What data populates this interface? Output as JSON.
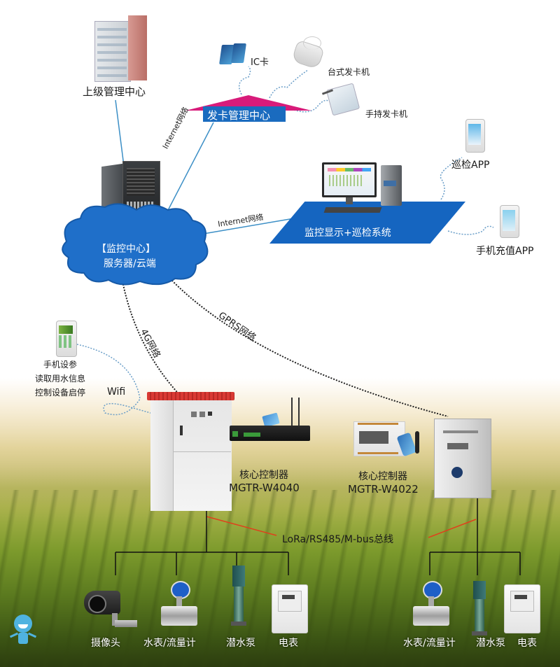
{
  "nodes": {
    "upper_center": "上级管理中心",
    "card_center": "发卡管理中心",
    "ic_card": "IC卡",
    "desk_card_machine": "台式发卡机",
    "handheld_card_machine": "手持发卡机",
    "monitor_center_line1": "【监控中心】",
    "monitor_center_line2": "服务器/云端",
    "monitor_display": "监控显示+巡检系统",
    "inspection_app": "巡检APP",
    "recharge_app": "手机充值APP",
    "phone_caption": [
      "手机设参",
      "读取用水信息",
      "控制设备启停"
    ],
    "controller_a_title": "核心控制器",
    "controller_a_model": "MGTR-W4040",
    "controller_b_title": "核心控制器",
    "controller_b_model": "MGTR-W4022",
    "bus": "LoRa/RS485/M-bus总线"
  },
  "links": {
    "internet_1": "Internet网络",
    "internet_2": "Internet网络",
    "g4": "4G网络",
    "gprs": "GPRS网络",
    "wifi": "Wifi"
  },
  "devices_left": [
    "摄像头",
    "水表/流量计",
    "潜水泵",
    "电表"
  ],
  "devices_right": [
    "水表/流量计",
    "潜水泵",
    "电表"
  ],
  "colors": {
    "cloud": "#1f6fc9",
    "card_banner": "#1a6bbf",
    "card_roof": "#d81b7a",
    "panel": "#1565c0",
    "bus_line": "#e0401c",
    "roof": "#d93a34"
  }
}
